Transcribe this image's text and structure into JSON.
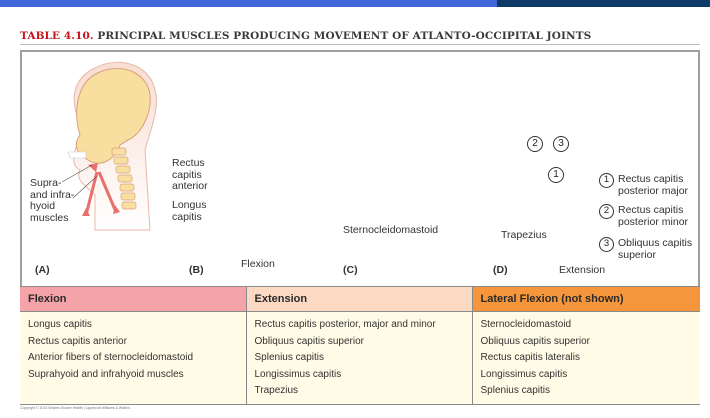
{
  "title": {
    "number": "TABLE 4.10.",
    "text": "PRINCIPAL MUSCLES PRODUCING MOVEMENT OF ATLANTO-OCCIPITAL JOINTS"
  },
  "figure": {
    "panels": [
      {
        "id": "A",
        "label": "(A)",
        "annotations": [
          "Supra-",
          "and infra-",
          "hyoid",
          "muscles"
        ]
      },
      {
        "id": "B",
        "label": "(B)",
        "annotations": [
          "Rectus",
          "capitis",
          "anterior",
          "Longus",
          "capitis"
        ]
      },
      {
        "id": "C",
        "label": "(C)",
        "annotations": [
          "Sternocleidomastoid"
        ]
      },
      {
        "id": "D",
        "label": "(D)",
        "annotations": [
          "Trapezius"
        ]
      }
    ],
    "group_labels": {
      "flexion": "Flexion",
      "extension": "Extension"
    },
    "numbered_markers": [
      "1",
      "2",
      "3"
    ],
    "legend": [
      {
        "num": "1",
        "line1": "Rectus capitis",
        "line2": "posterior major"
      },
      {
        "num": "2",
        "line1": "Rectus capitis",
        "line2": "posterior minor"
      },
      {
        "num": "3",
        "line1": "Obliquus capitis",
        "line2": "superior"
      }
    ],
    "colors": {
      "skull": "#f8dfa0",
      "skin": "#f9ddd2",
      "muscle": "#e8706c",
      "outline": "#d9a07a"
    }
  },
  "table": {
    "columns": [
      {
        "header": "Flexion",
        "color": "#f4a3a8",
        "items": [
          "Longus capitis",
          "Rectus capitis anterior",
          "Anterior fibers of sternocleidomastoid",
          "Suprahyoid and infrahyoid muscles"
        ]
      },
      {
        "header": "Extension",
        "color": "#fcd9c2",
        "items": [
          "Rectus capitis posterior, major and minor",
          "Obliquus capitis superior",
          "Splenius capitis",
          "Longissimus capitis",
          "Trapezius"
        ]
      },
      {
        "header": "Lateral Flexion (not shown)",
        "color": "#f6963c",
        "items": [
          "Sternocleidomastoid",
          "Obliquus capitis superior",
          "Rectus capitis lateralis",
          "Longissimus capitis",
          "Splenius capitis"
        ]
      }
    ]
  },
  "copyright": "Copyright © 2014 Wolters Kluwer Health | Lippincott Williams & Wilkins"
}
